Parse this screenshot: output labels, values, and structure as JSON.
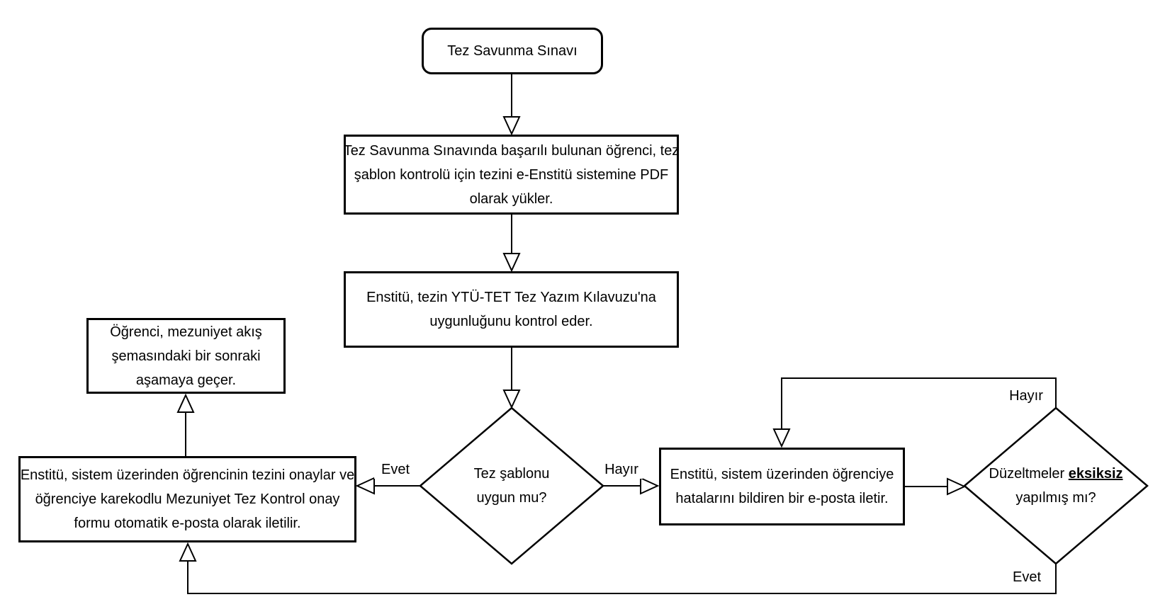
{
  "diagram": {
    "nodes": {
      "start": {
        "label": "Tez Savunma Sınavı"
      },
      "upload": {
        "lines": [
          "Tez Savunma Sınavında başarılı bulunan öğrenci, tez",
          "şablon kontrolü için tezini e-Enstitü sistemine PDF",
          "olarak yükler."
        ]
      },
      "check": {
        "lines": [
          "Enstitü, tezin YTÜ-TET Tez Yazım Kılavuzu'na",
          "uygunluğunu kontrol eder."
        ]
      },
      "template_decision": {
        "lines": [
          "Tez şablonu",
          "uygun mu?"
        ]
      },
      "approve": {
        "lines": [
          "Enstitü, sistem üzerinden öğrencinin tezini onaylar ve",
          "öğrenciye karekodlu Mezuniyet Tez Kontrol onay",
          "formu otomatik e-posta olarak iletilir."
        ]
      },
      "next_stage": {
        "lines": [
          "Öğrenci, mezuniyet akış",
          "şemasındaki bir sonraki",
          "aşamaya geçer."
        ]
      },
      "notify_errors": {
        "lines": [
          "Enstitü, sistem üzerinden öğrenciye",
          "hatalarını bildiren bir e-posta iletir."
        ]
      },
      "corrections_decision": {
        "line1_prefix": "Düzeltmeler ",
        "line1_emphasis": "eksiksiz",
        "line2": "yapılmış mı?"
      }
    },
    "edge_labels": {
      "template_yes": "Evet",
      "template_no": "Hayır",
      "corrections_no": "Hayır",
      "corrections_yes": "Evet"
    },
    "colors": {
      "stroke": "#000000",
      "node_fill": "#ffffff",
      "text": "#000000",
      "background": "#ffffff"
    }
  }
}
